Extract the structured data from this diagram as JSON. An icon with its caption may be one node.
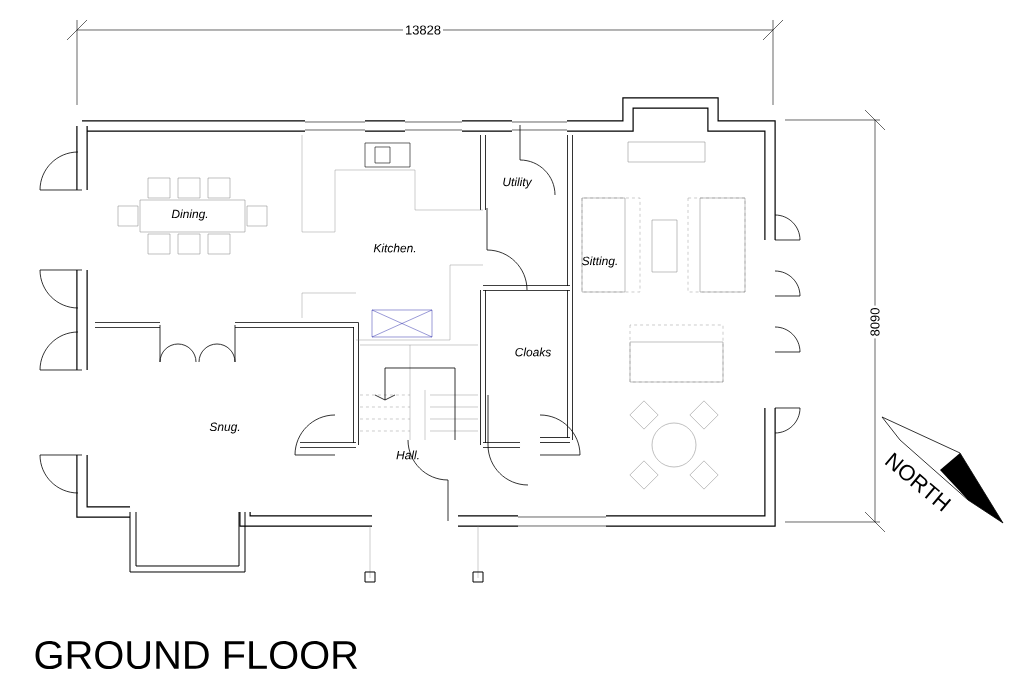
{
  "diagram": {
    "title": "GROUND FLOOR",
    "labels": [
      "13828",
      "Dining.",
      "Utility",
      "Kitchen.",
      "Sitting.",
      "Cloaks",
      "Snug.",
      "Hall.",
      "8090",
      "NORTH"
    ]
  }
}
